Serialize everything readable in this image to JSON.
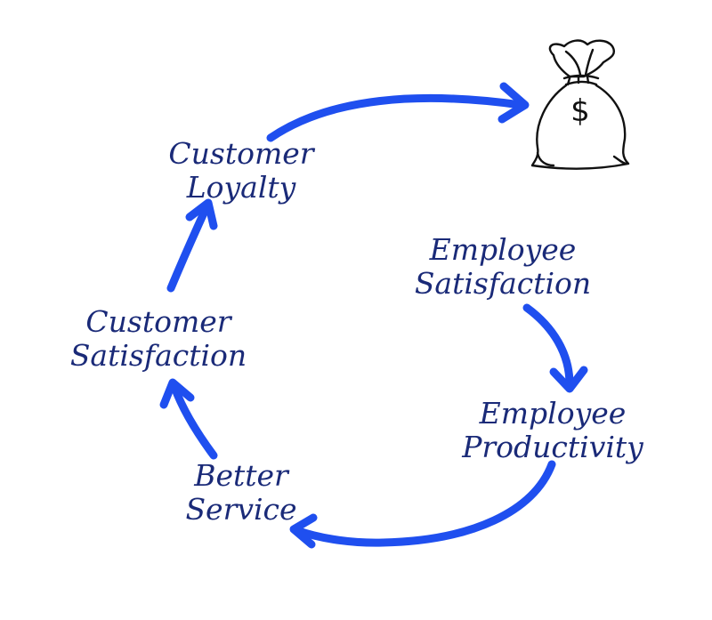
{
  "colors": {
    "text": "#1a2a78",
    "arrow": "#1f4fef",
    "sketch": "#111111"
  },
  "icons": {
    "goal": "money-bag-icon",
    "goal_symbol": "$"
  },
  "nodes": {
    "customer_loyalty": {
      "line1": "Customer",
      "line2": "Loyalty"
    },
    "customer_satisfaction": {
      "line1": "Customer",
      "line2": "Satisfaction"
    },
    "better_service": {
      "line1": "Better",
      "line2": "Service"
    },
    "employee_satisfaction": {
      "line1": "Employee",
      "line2": "Satisfaction"
    },
    "employee_productivity": {
      "line1": "Employee",
      "line2": "Productivity"
    }
  },
  "edges": [
    {
      "from": "customer_loyalty",
      "to": "money_bag"
    },
    {
      "from": "customer_satisfaction",
      "to": "customer_loyalty"
    },
    {
      "from": "better_service",
      "to": "customer_satisfaction"
    },
    {
      "from": "employee_productivity",
      "to": "better_service"
    },
    {
      "from": "employee_satisfaction",
      "to": "employee_productivity"
    }
  ]
}
